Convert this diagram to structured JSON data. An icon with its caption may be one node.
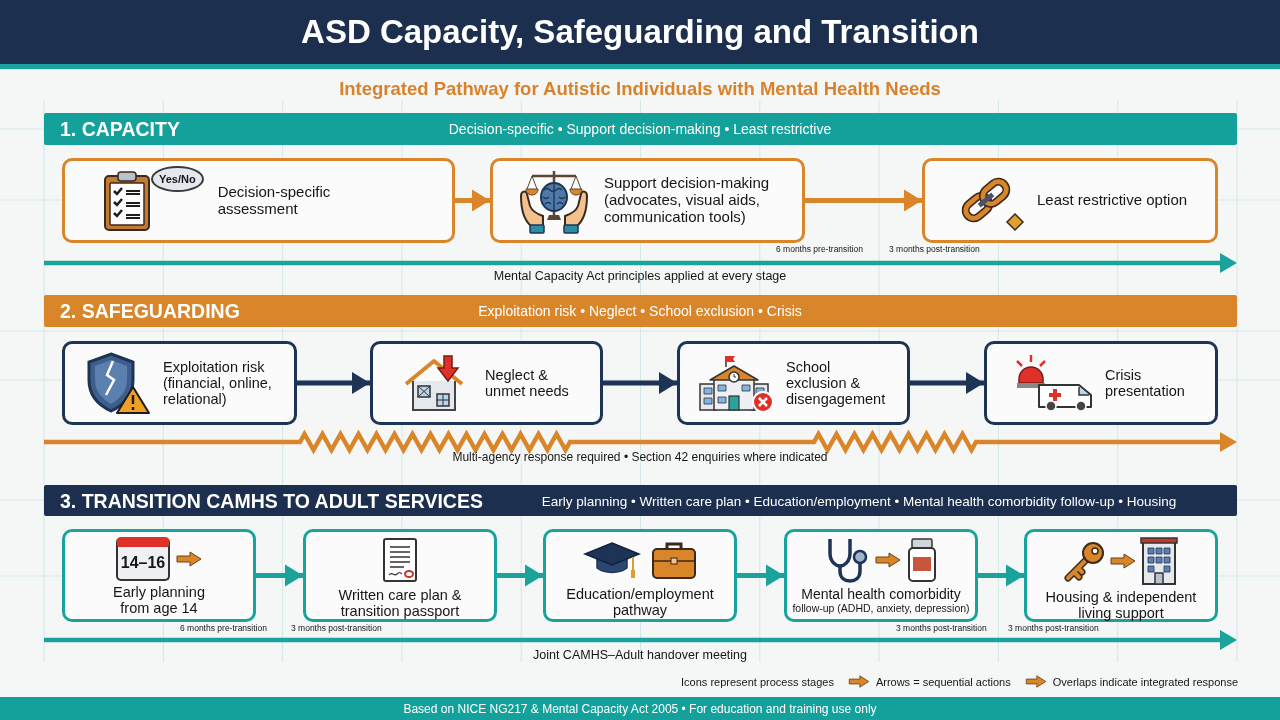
{
  "diagram": {
    "title": "ASD Capacity, Safeguarding and Transition",
    "caption": "Based on NICE NG217 & Mental Capacity Act 2005 • For education and training use only",
    "nodes": [
      {
        "text": [
          "1. CAPACITY",
          "Decision-specific • Support decision-making • Least restrictive"
        ]
      },
      {
        "text": [
          "Yes/No",
          "Decision-specific assessment"
        ]
      },
      {
        "text": [
          "Support decision-making (advocates, visual aids, communication tools)"
        ]
      },
      {
        "text": [
          "Least restrictive option"
        ]
      },
      {
        "text": [
          "2. SAFEGUARDING",
          "Exploitation risk • Neglect • School exclusion • Crisis"
        ]
      },
      {
        "text": [
          "Exploitation risk (financial, online, relational)"
        ]
      },
      {
        "text": [
          "Neglect & unmet needs"
        ]
      },
      {
        "text": [
          "School exclusion & disengagement"
        ]
      },
      {
        "text": [
          "Crisis presentation"
        ]
      },
      {
        "text": [
          "3. TRANSITION CAMHS TO ADULT SERVICES",
          "Early planning • Written care plan • Education/employment • Mental health comorbidity follow-up • Housing"
        ]
      },
      {
        "text": [
          "14–16",
          "Early planning from age 14"
        ]
      },
      {
        "text": [
          "Written care plan & transition passport"
        ]
      },
      {
        "text": [
          "Education/employment pathway"
        ]
      },
      {
        "text": [
          "Mental health comorbidity",
          "follow-up (ADHD, anxiety, depression)"
        ]
      },
      {
        "text": [
          "Housing & independent living support"
        ]
      }
    ],
    "edges": [
      {
        "from": 1,
        "to": 2,
        "arrow": "to",
        "color": "#d9862a"
      },
      {
        "from": 2,
        "to": 3,
        "arrow": "to",
        "color": "#d9862a"
      },
      {
        "from": 5,
        "to": 6,
        "arrow": "to",
        "color": "#1e3456"
      },
      {
        "from": 6,
        "to": 7,
        "arrow": "to",
        "color": "#1e3456"
      },
      {
        "from": 7,
        "to": 8,
        "arrow": "to",
        "color": "#1e3456"
      },
      {
        "from": 10,
        "to": 11,
        "arrow": "to"
      },
      {
        "from": 11,
        "to": 12,
        "arrow": "to"
      },
      {
        "from": 12,
        "to": 13,
        "arrow": "to"
      },
      {
        "from": 13,
        "to": 14,
        "arrow": "to"
      }
    ],
    "labels": [
      "Integrated Pathway for Autistic Individuals with Mental Health Needs",
      "6 months pre-transition",
      "3 months post-transition",
      "Mental Capacity Act principles applied at every stage",
      "Multi-agency response required • Section 42 enquiries where indicated",
      "6 months pre-transition",
      "3 months post-transition",
      "3 months post-transition",
      "3 months post-transition",
      "Joint CAMHS–Adult handover meeting",
      "Icons represent process stages"
    ],
    "legend": [
      {
        "text": "Arrows = sequential actions"
      },
      {
        "text": "Overlaps indicate integrated response"
      }
    ]
  }
}
